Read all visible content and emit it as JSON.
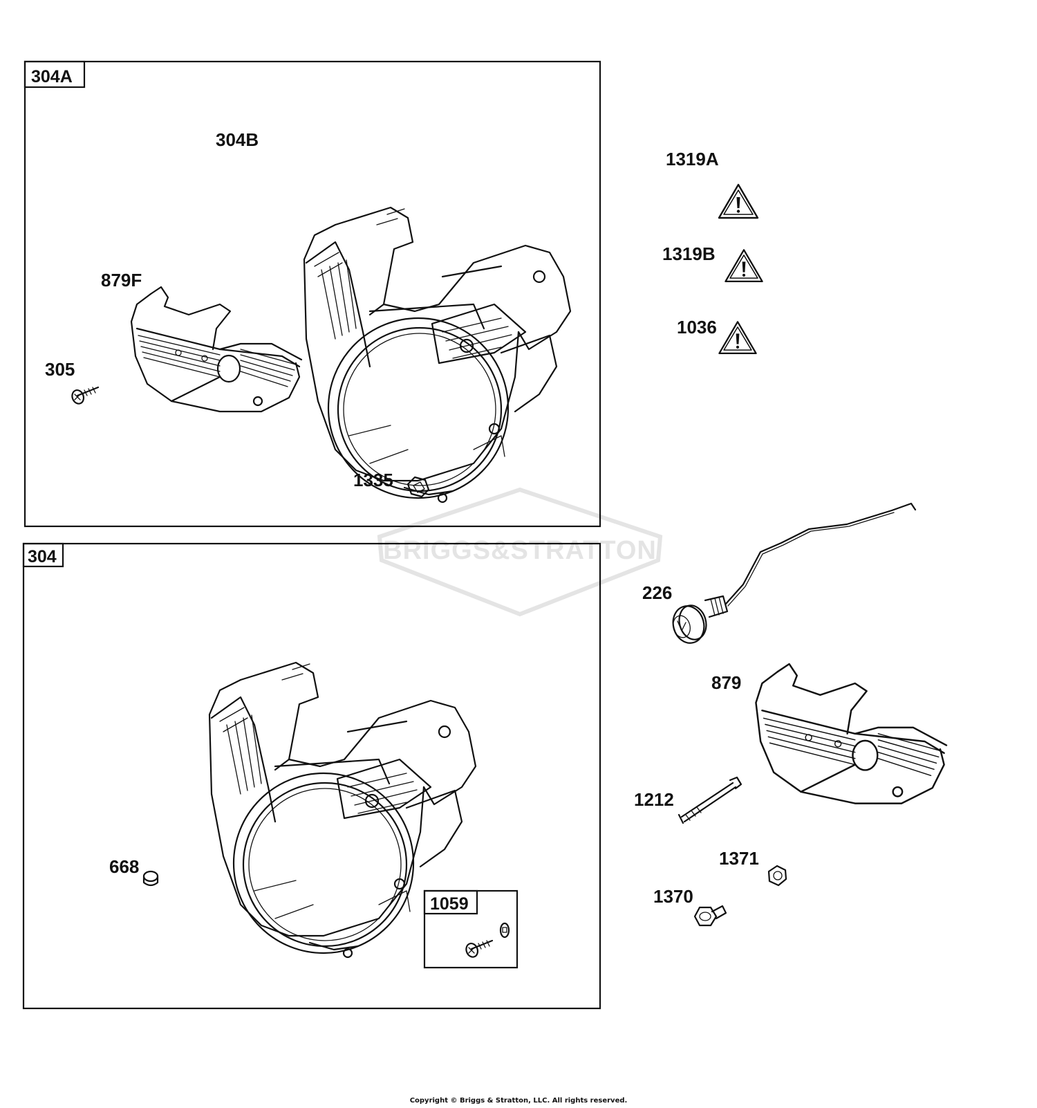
{
  "frames": {
    "upper_label": "304A",
    "lower_label": "304",
    "inset_label": "1059"
  },
  "callouts": {
    "p304B": "304B",
    "p879F": "879F",
    "p305": "305",
    "p1335": "1335",
    "p668": "668",
    "p1319A": "1319A",
    "p1319B": "1319B",
    "p1036": "1036",
    "p226": "226",
    "p879": "879",
    "p1212": "1212",
    "p1371": "1371",
    "p1370": "1370"
  },
  "watermark": {
    "text": "BRIGGS&STRATTON"
  },
  "copyright": "Copyright © Briggs & Stratton, LLC. All rights reserved.",
  "colors": {
    "line": "#111111",
    "watermark": "#e4e4e4",
    "background": "#ffffff"
  }
}
